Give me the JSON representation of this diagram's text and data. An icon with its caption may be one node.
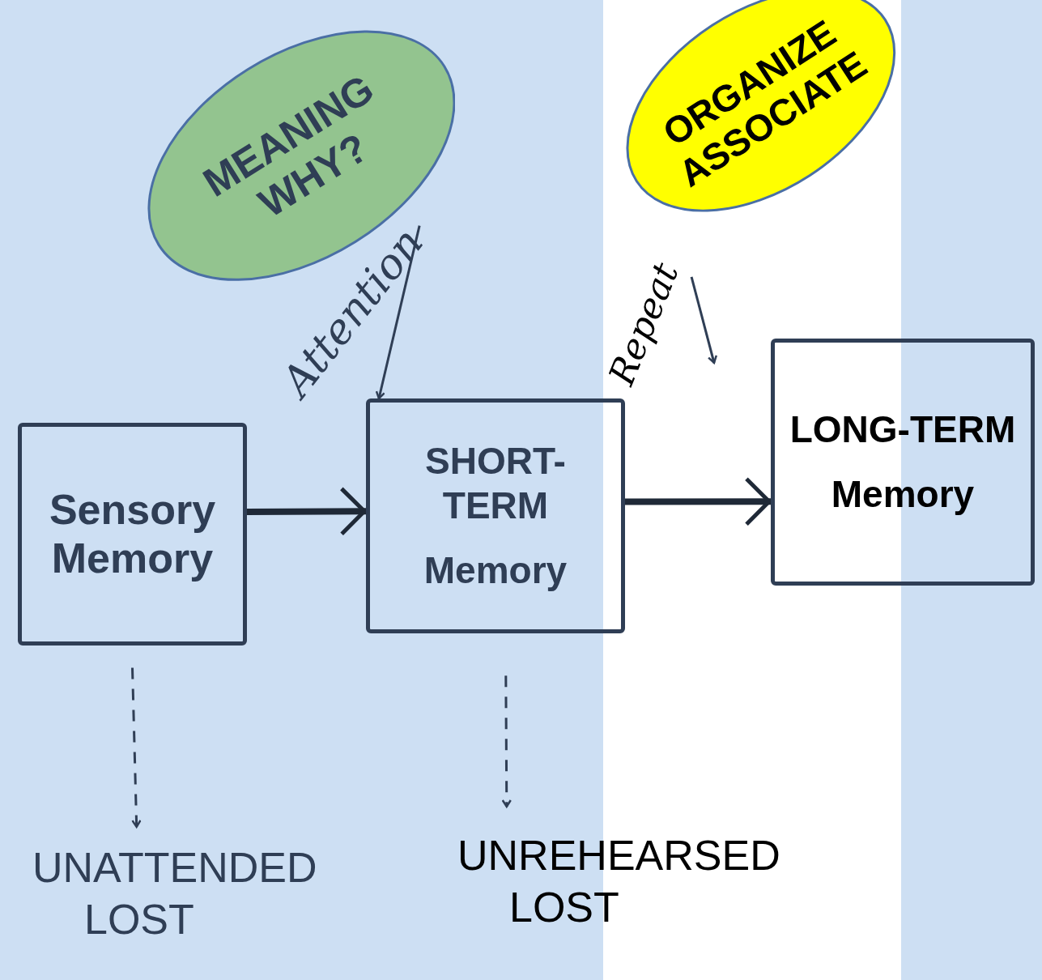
{
  "diagram": {
    "nodes": [
      {
        "text": [
          "Sensory Memory"
        ]
      },
      {
        "text": [
          "SHORT-TERM",
          "Memory"
        ]
      },
      {
        "text": [
          "LONG-TERM",
          "Memory"
        ]
      },
      {
        "text": [
          "Attention"
        ]
      },
      {
        "text": [
          "Repeat"
        ]
      },
      {
        "text": [
          "MEANING",
          "WHY?"
        ]
      },
      {
        "text": [
          "ORGANIZE",
          "ASSOCIATE"
        ]
      },
      {
        "text": [
          "UNATTENDED",
          "LOST"
        ]
      },
      {
        "text": [
          "UNREHEARSED",
          "LOST"
        ]
      }
    ],
    "edges": [
      {
        "from": 0,
        "to": 1,
        "arrow": "to",
        "style": "thick"
      },
      {
        "from": 1,
        "to": 2,
        "arrow": "to",
        "style": "thick"
      },
      {
        "from": 3,
        "to": 1,
        "arrow": "to"
      },
      {
        "from": 4,
        "to": null,
        "arrow": "to"
      },
      {
        "from": 0,
        "to": 7,
        "arrow": "to",
        "style": "dashed"
      },
      {
        "from": 1,
        "to": 8,
        "arrow": "to",
        "style": "dashed"
      }
    ]
  }
}
